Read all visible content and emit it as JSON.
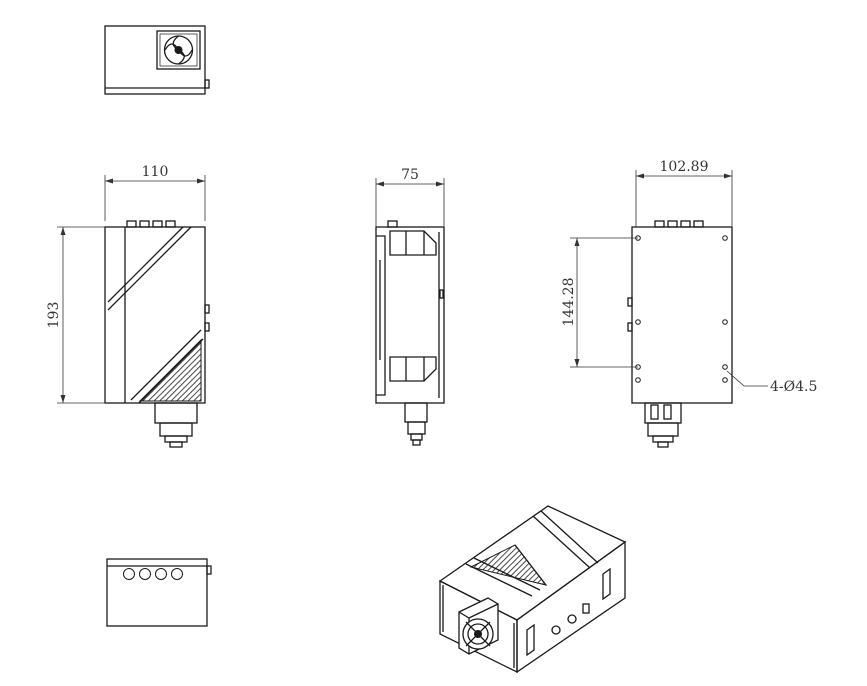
{
  "dimensions": {
    "front_width": "110",
    "front_height": "193",
    "side_width": "75",
    "back_width": "102.89",
    "hole_spacing": "144.28",
    "hole_callout": "4-Ø4.5"
  },
  "colors": {
    "line": "#1a1a1a",
    "dimension": "#333333",
    "background": "#ffffff"
  }
}
